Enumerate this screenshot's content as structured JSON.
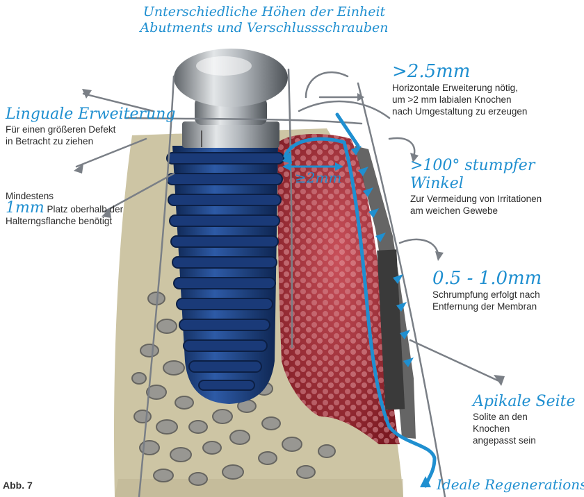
{
  "colors": {
    "accent": "#1f8fd0",
    "bone": "#cdc5a4",
    "implant": "#1d3f7e",
    "graft": "#b1333d",
    "metal": "#9ea3a8",
    "arrow": "#7a7f86"
  },
  "title": {
    "line1": "Unterschiedliche Höhen der Einheit",
    "line2": "Abutments und Verschlussschrauben"
  },
  "lingual": {
    "heading": "Linguale Erweiterung",
    "text1": "Für einen größeren Defekt",
    "text2": "in Betracht zu ziehen"
  },
  "minimum": {
    "line1": "Mindestens",
    "value": "1mm",
    "line2_rest": "Platz oberhalb der",
    "line3": "Halterngsflanche benötigt"
  },
  "horizontal": {
    "value": ">2.5mm",
    "text1": "Horizontale Erweiterung nötig,",
    "text2": "um >2 mm labialen Knochen",
    "text3": "nach Umgestaltung zu erzeugen"
  },
  "angle": {
    "value": ">100° stumpfer Winkel",
    "text1": "Zur Vermeidung von Irritationen",
    "text2": "am weichen Gewebe"
  },
  "inner_label": "≥2mm",
  "shrink": {
    "value": "0.5 - 1.0mm",
    "text1": "Schrumpfung erfolgt nach",
    "text2": "Entfernung der Membran"
  },
  "apical": {
    "heading": "Apikale Seite",
    "text1": "Solite an den",
    "text2": "Knochen",
    "text3": "angepasst sein"
  },
  "regeneration": "Ideale Regenerationszeit",
  "figure_label": "Abb. 7"
}
